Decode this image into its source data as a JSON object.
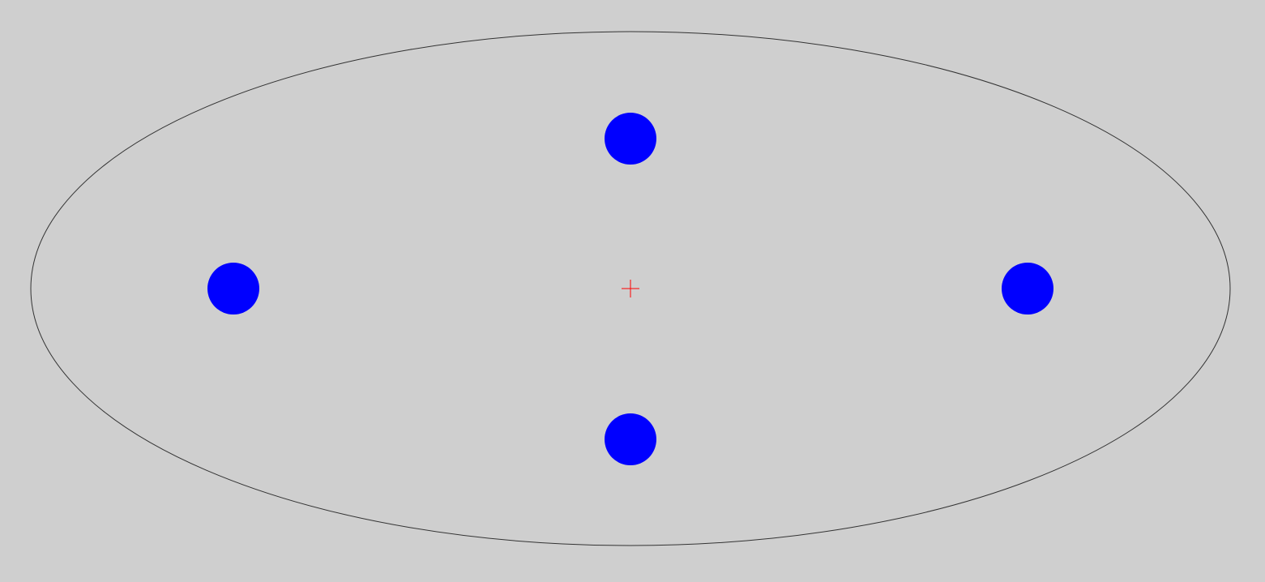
{
  "colors": {
    "background": "#cfcfcf",
    "ellipse_stroke": "#333333",
    "target_fill": "#0000ff",
    "crosshair": "#ff0000"
  },
  "targets": [
    {
      "id": "top",
      "icon": "circle-target"
    },
    {
      "id": "left",
      "icon": "circle-target"
    },
    {
      "id": "right",
      "icon": "circle-target"
    },
    {
      "id": "bottom",
      "icon": "circle-target"
    }
  ],
  "center_marker": {
    "icon": "crosshair-icon"
  }
}
